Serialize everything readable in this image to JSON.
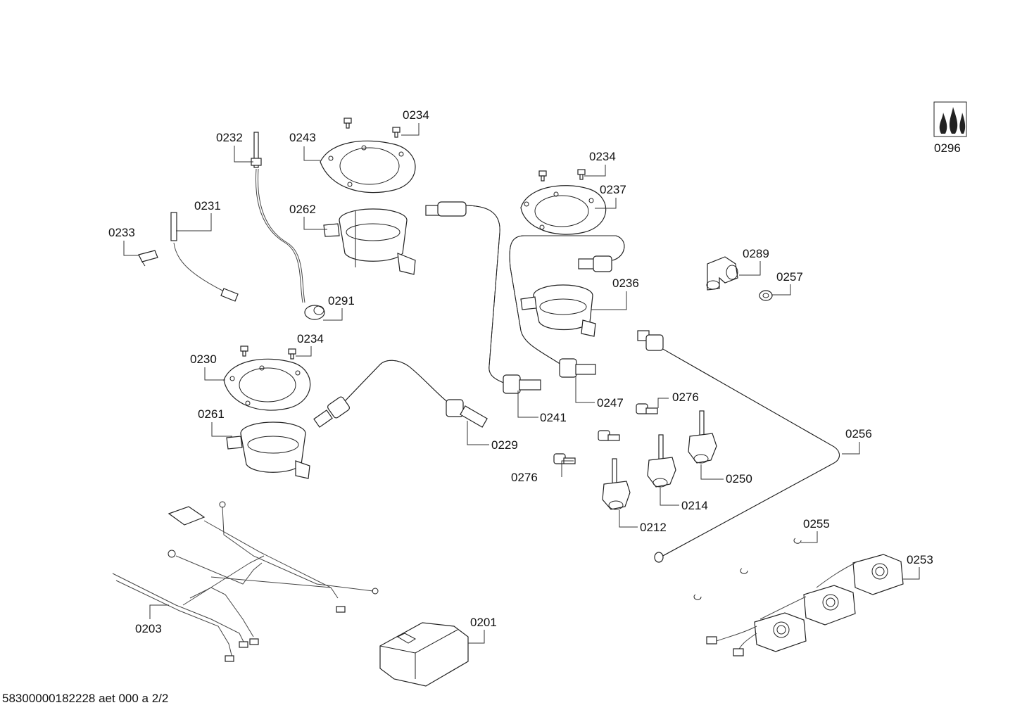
{
  "labels": {
    "l0201": "0201",
    "l0203": "0203",
    "l0212": "0212",
    "l0214": "0214",
    "l0229": "0229",
    "l0230": "0230",
    "l0231": "0231",
    "l0232": "0232",
    "l0233": "0233",
    "l0234a": "0234",
    "l0234b": "0234",
    "l0234c": "0234",
    "l0236": "0236",
    "l0237": "0237",
    "l0241": "0241",
    "l0243": "0243",
    "l0247": "0247",
    "l0250": "0250",
    "l0253": "0253",
    "l0255": "0255",
    "l0256": "0256",
    "l0257": "0257",
    "l0261": "0261",
    "l0262": "0262",
    "l0276a": "0276",
    "l0276b": "0276",
    "l0289": "0289",
    "l0291": "0291",
    "l0296": "0296"
  },
  "footer": "58300000182228 aet 000 a 2/2"
}
